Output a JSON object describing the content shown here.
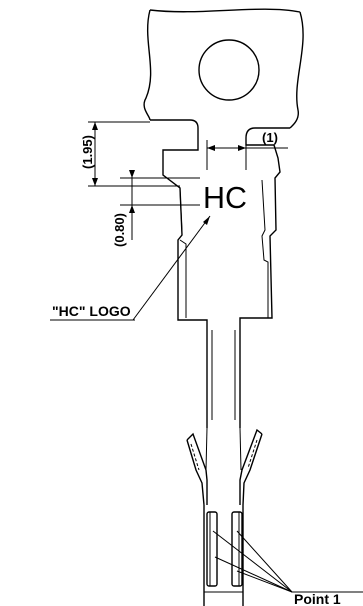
{
  "labels": {
    "dim_top": "(1)",
    "dim_left_upper": "(1.95)",
    "dim_left_lower": "(0.80)",
    "logo": "HC",
    "logo_callout": "\"HC\" LOGO",
    "point_callout": "Point 1"
  }
}
